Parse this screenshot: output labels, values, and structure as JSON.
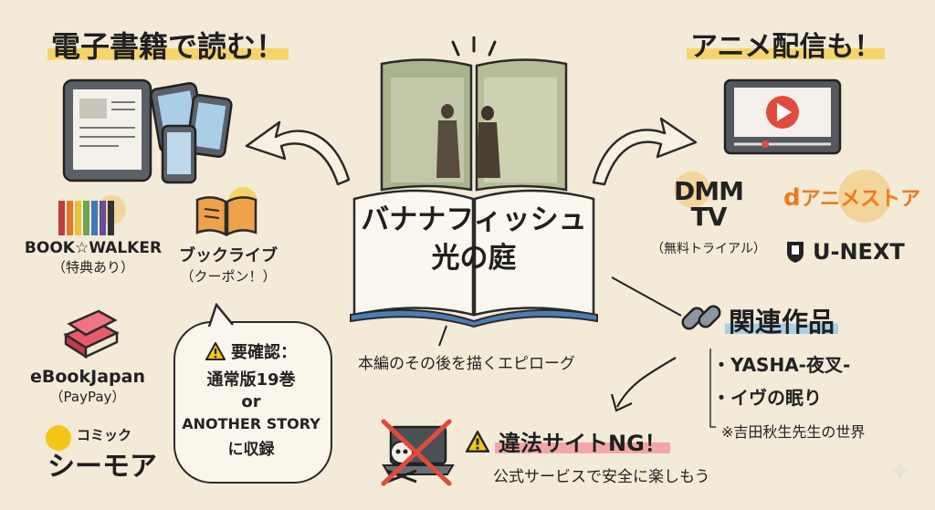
{
  "left_heading": "電子書籍で読む！",
  "right_heading": "アニメ配信も！",
  "title_line1": "バナナフィッシュ",
  "title_line2": "光の庭",
  "epilogue": "本編のその後を描くエピローグ",
  "ebook_services": {
    "bookwalker": {
      "name": "BOOK☆WALKER",
      "note": "（特典あり）"
    },
    "booklive": {
      "name": "ブックライブ",
      "note": "（クーポン！）"
    },
    "ebookjapan": {
      "name": "eBookJapan",
      "note": "（PayPay）"
    },
    "cmoa": {
      "small": "コミック",
      "big": "シーモア"
    }
  },
  "notice": {
    "title": "要確認：",
    "line1": "通常版19巻",
    "line2": "or",
    "line3": "ANOTHER STORY",
    "line4": "に収録"
  },
  "anime_services": {
    "dmm_line1": "DMM",
    "dmm_line2": "TV",
    "dmm_note": "（無料トライアル）",
    "danime_d": "d",
    "danime_rest": "アニメストア",
    "unext": "U-NEXT"
  },
  "related": {
    "title": "関連作品",
    "items": [
      "・YASHA-夜叉-",
      "・イヴの眠り"
    ],
    "note": "※吉田秋生先生の世界"
  },
  "illegal": {
    "title": "違法サイトNG！",
    "subtitle": "公式サービスで安全に楽しもう"
  },
  "colors": {
    "background": "#f4ead8",
    "highlight_yellow": "#f6d46a",
    "highlight_blue": "#a9cfe8",
    "highlight_red": "#f2a7a7",
    "play_red": "#e24b3b",
    "danime_orange": "#ef7a1a",
    "warning_yellow": "#f5c518"
  }
}
